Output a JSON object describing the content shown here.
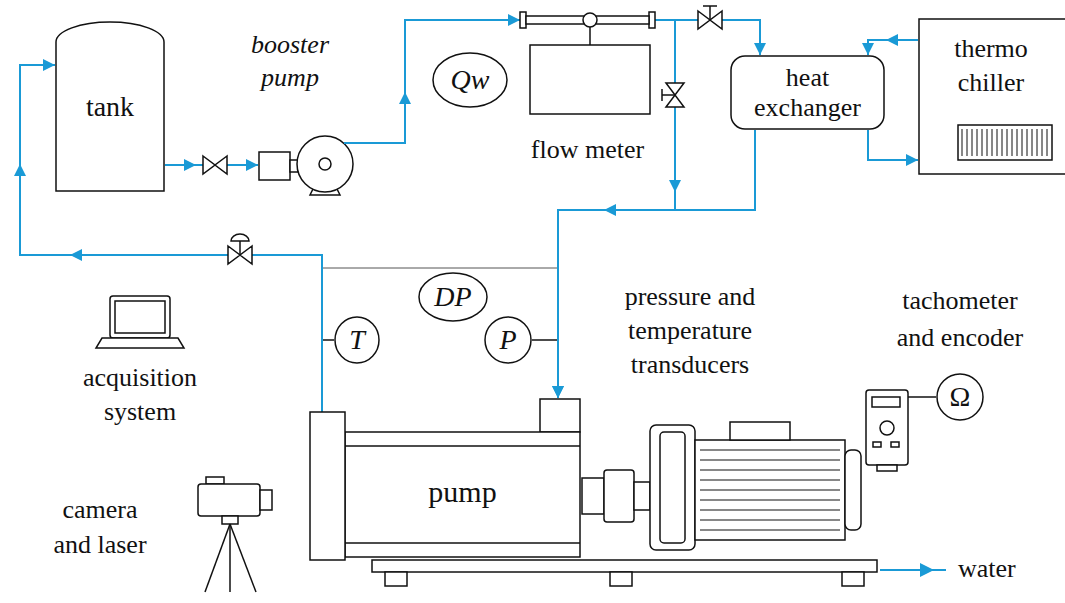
{
  "diagram": {
    "nodes": [
      {
        "text": [
          "tank"
        ]
      },
      {
        "text": [
          "booster pump"
        ]
      },
      {
        "text": [
          "Qw"
        ]
      },
      {
        "text": [
          "flow meter"
        ]
      },
      {
        "text": [
          "heat exchanger"
        ]
      },
      {
        "text": [
          "thermo chiller"
        ]
      },
      {
        "text": [
          "DP"
        ]
      },
      {
        "text": [
          "T"
        ]
      },
      {
        "text": [
          "P"
        ]
      },
      {
        "text": [
          "pump"
        ]
      },
      {
        "text": [
          "Ω"
        ]
      }
    ],
    "edges": [
      {
        "from": 0,
        "to": 1,
        "arrow": "to"
      },
      {
        "from": 1,
        "to": 3,
        "arrow": "to"
      },
      {
        "from": 3,
        "to": 4,
        "arrow": "to"
      },
      {
        "from": 5,
        "to": 4,
        "arrow": "to"
      },
      {
        "from": 4,
        "to": 5,
        "arrow": "to"
      },
      {
        "from": 4,
        "to": 9,
        "arrow": "to"
      },
      {
        "from": 3,
        "to": 9,
        "arrow": "to"
      },
      {
        "from": 9,
        "to": 0,
        "arrow": "to"
      }
    ],
    "labels": [
      "pressure and temperature transducers",
      "tachometer and encoder",
      "acquisition system",
      "camera and laser"
    ],
    "legend": [
      {
        "text": "water"
      }
    ]
  }
}
